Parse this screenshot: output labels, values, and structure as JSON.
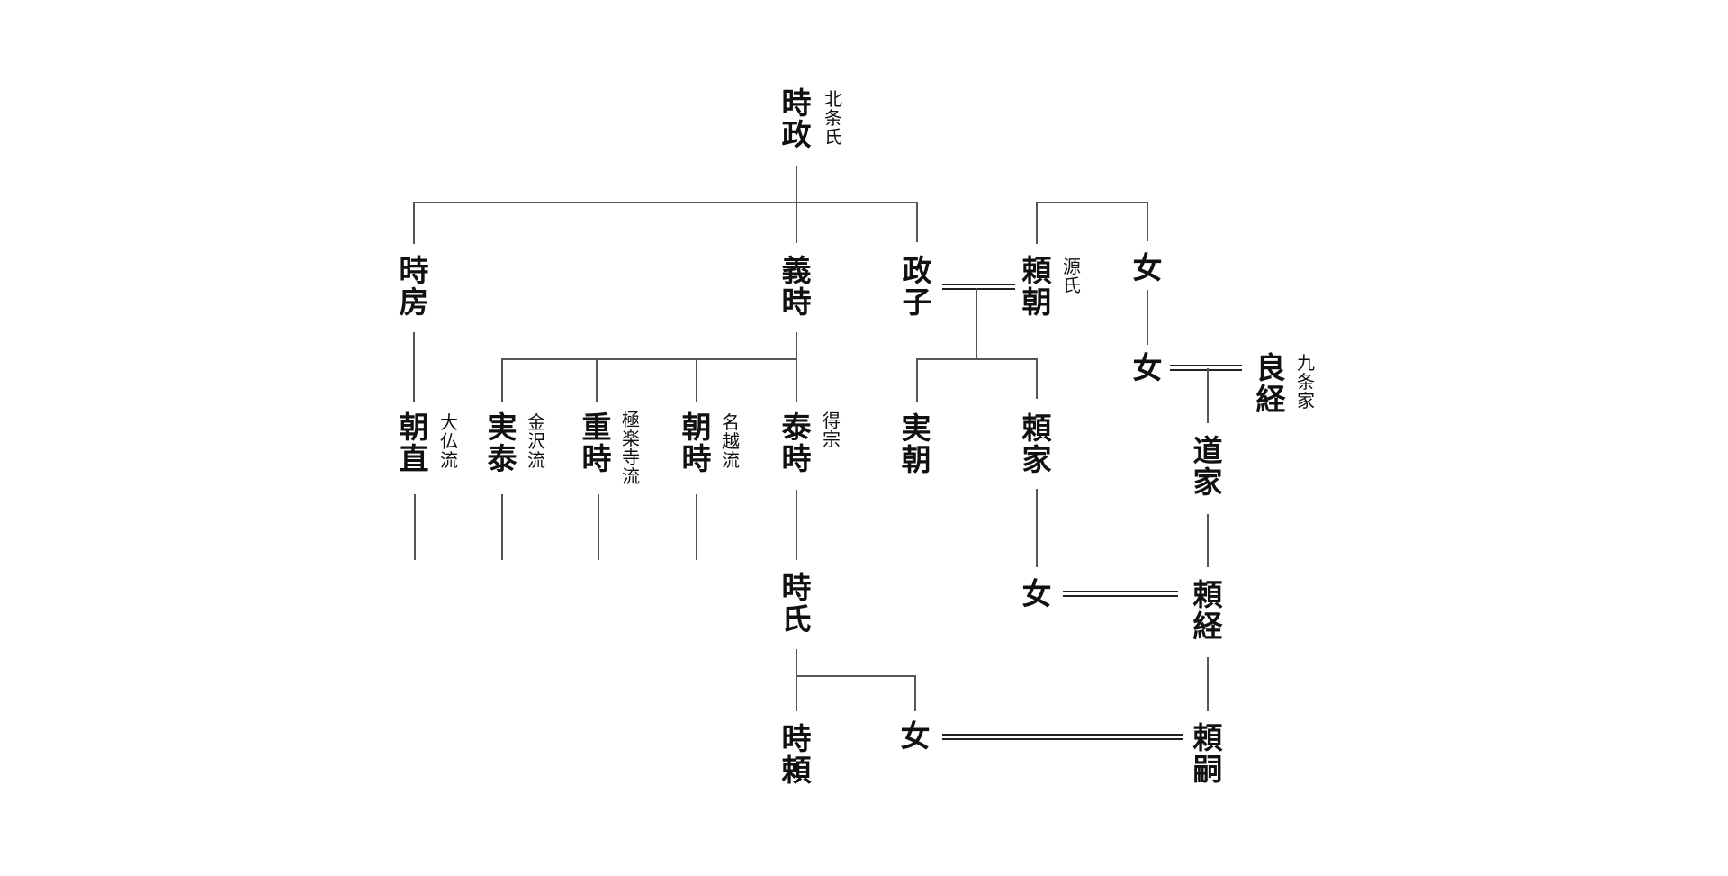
{
  "title_node": {
    "name": "時政",
    "clan": "北条氏"
  },
  "nodes": {
    "tokimasa": {
      "name": "時政",
      "note": "北条氏"
    },
    "tokifusa": {
      "name": "時房"
    },
    "yoshitoki": {
      "name": "義時"
    },
    "masako": {
      "name": "政子"
    },
    "yoritomo": {
      "name": "頼朝",
      "note": "源氏"
    },
    "daughter1": {
      "name": "女"
    },
    "daughter2": {
      "name": "女"
    },
    "yoshitsune": {
      "name": "良経",
      "note": "九条家"
    },
    "tomonao": {
      "name": "朝直",
      "note": "大仏流"
    },
    "saneyasu": {
      "name": "実泰",
      "note": "金沢流"
    },
    "shigetoki": {
      "name": "重時",
      "note": "極楽寺流"
    },
    "tomotoki": {
      "name": "朝時",
      "note": "名越流"
    },
    "yasutoki": {
      "name": "泰時",
      "note": "得宗"
    },
    "sanetomo": {
      "name": "実朝"
    },
    "yoriie": {
      "name": "頼家"
    },
    "michiie": {
      "name": "道家"
    },
    "tokiuji": {
      "name": "時氏"
    },
    "daughter3": {
      "name": "女"
    },
    "yoritsune": {
      "name": "頼経"
    },
    "tokiyori": {
      "name": "時頼"
    },
    "daughter4": {
      "name": "女"
    },
    "yoritsugu": {
      "name": "頼嗣"
    }
  },
  "colors": {
    "text": "#111111",
    "line": "#555555",
    "background": "#ffffff"
  }
}
